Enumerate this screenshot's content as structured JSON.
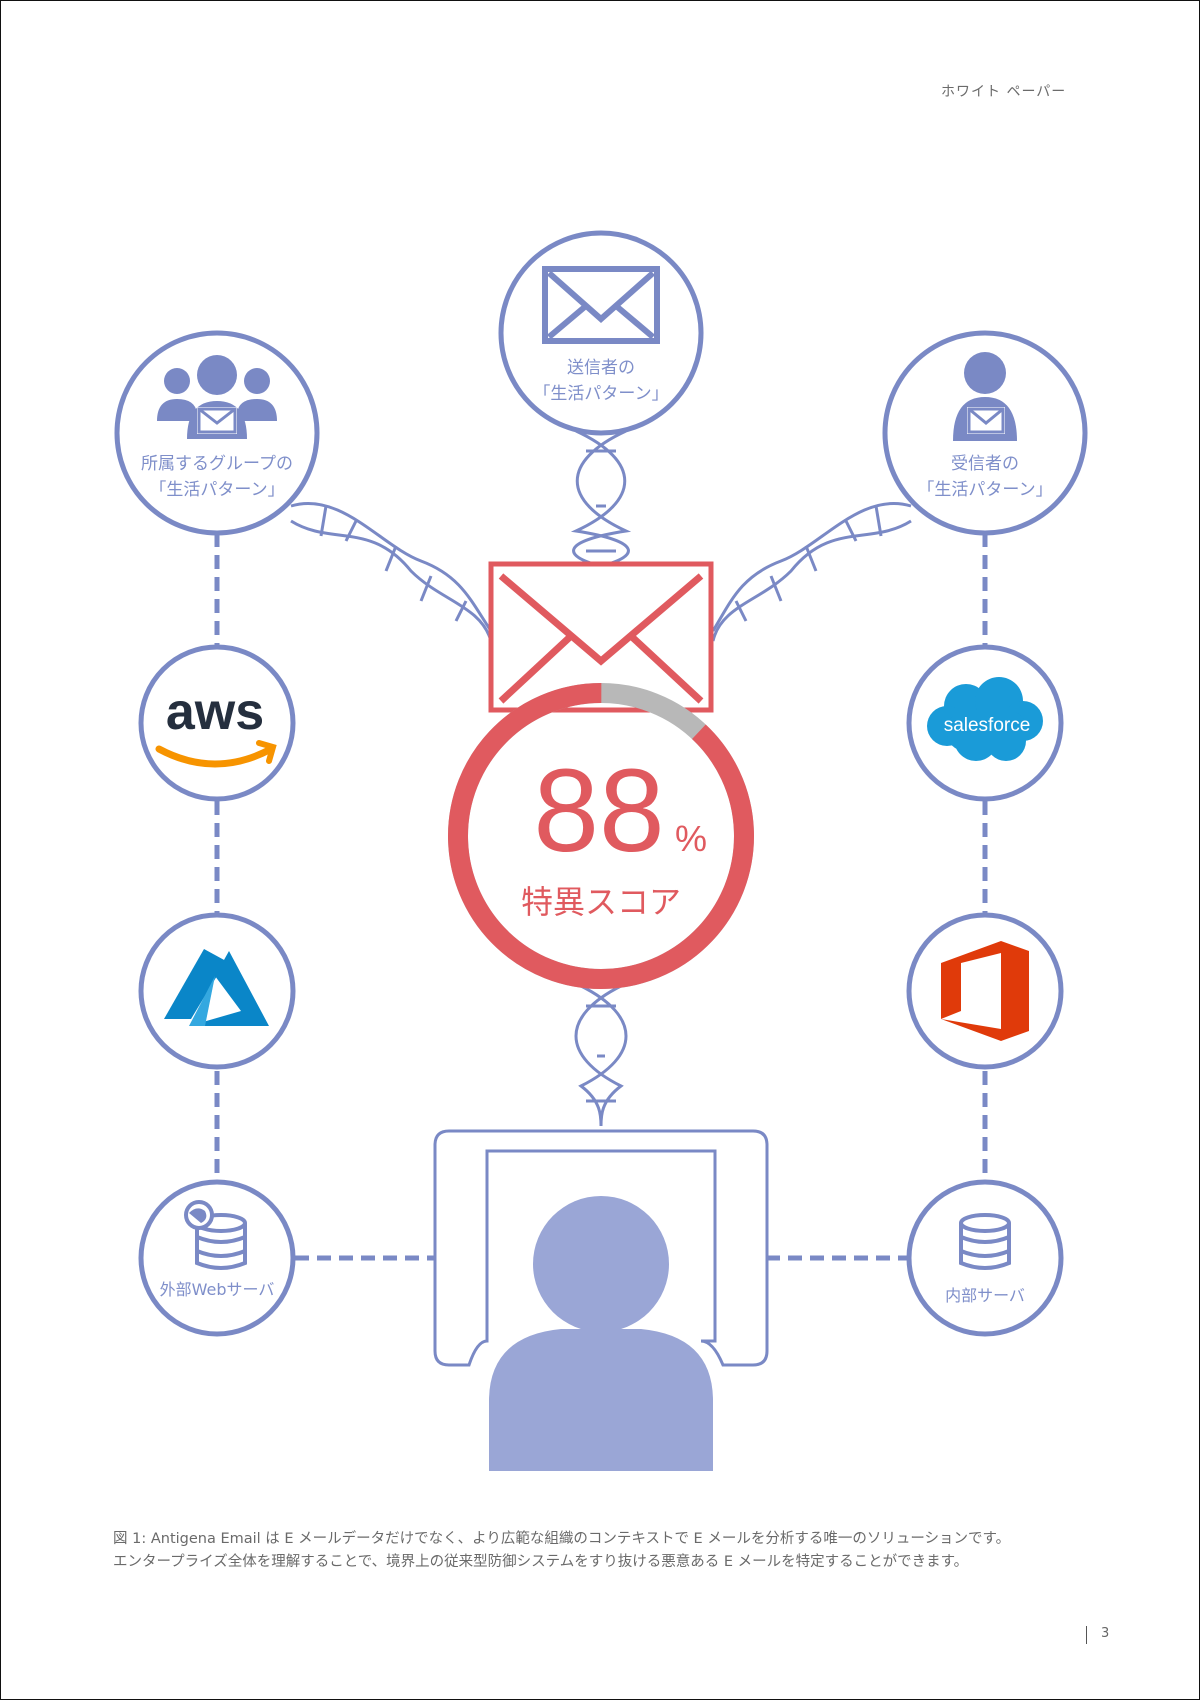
{
  "header": {
    "label": "ホワイト ペーパー"
  },
  "nodes": {
    "sender": {
      "line1": "送信者の",
      "line2": "「生活パターン」",
      "icon": "envelope-icon"
    },
    "group": {
      "line1": "所属するグループの",
      "line2": "「生活パターン」",
      "icon": "group-mail-icon"
    },
    "recipient": {
      "line1": "受信者の",
      "line2": "「生活パターン」",
      "icon": "person-mail-icon"
    },
    "aws": {
      "label": "aws",
      "icon": "aws-logo"
    },
    "salesforce": {
      "label": "salesforce",
      "icon": "salesforce-logo"
    },
    "azure": {
      "icon": "azure-logo"
    },
    "office": {
      "icon": "office-logo"
    },
    "web_server": {
      "label": "外部Webサーバ",
      "icon": "database-globe-icon"
    },
    "internal_server": {
      "label": "内部サーバ",
      "icon": "database-icon"
    }
  },
  "score": {
    "value": "88",
    "unit": "%",
    "label": "特異スコア",
    "fraction": 0.88
  },
  "colors": {
    "node_blue": "#7a89c5",
    "fill_blue": "#9aa6d6",
    "score_red": "#e05a5f",
    "gauge_gray": "#b8b8b8",
    "aws_orange": "#f79400",
    "salesforce_blue": "#1a9bd8",
    "azure_blue": "#0a86c8",
    "office_red": "#e03a0a"
  },
  "caption": {
    "line1": "図 1: Antigena Email は E メールデータだけでなく、より広範な組織のコンテキストで E メールを分析する唯一のソリューションです。",
    "line2": "エンタープライズ全体を理解することで、境界上の従来型防御システムをすり抜ける悪意ある E メールを特定することができます。"
  },
  "footer": {
    "page_number": "3"
  }
}
